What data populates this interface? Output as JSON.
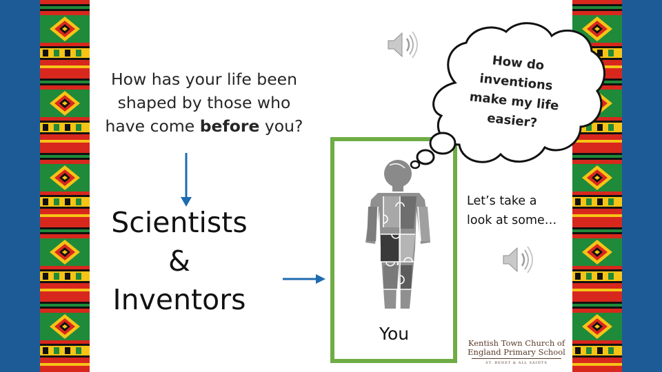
{
  "question": {
    "line1": "How has your life been",
    "line2": "shaped by those who",
    "line3_before": "have come ",
    "line3_bold": "before",
    "line3_after": " you?"
  },
  "scientists": {
    "line1": "Scientists",
    "line2": "&",
    "line3": "Inventors"
  },
  "thought_bubble": {
    "line1": "How do",
    "line2": "inventions",
    "line3": "make my life",
    "line4": "easier?"
  },
  "prompt": {
    "line1": "Let’s take a",
    "line2": "look at some…"
  },
  "you_label": "You",
  "school_logo": {
    "line1": "Kentish Town Church of",
    "line2": "England Primary School",
    "line3": "ST. BENET & ALL SAINTS"
  },
  "icons": [
    "speaker-icon",
    "speaker-icon",
    "puzzle-person-icon",
    "down-arrow-icon",
    "right-arrow-icon"
  ],
  "colors": {
    "side_blue": "#1d5b96",
    "arrow_blue": "#1f6bb0",
    "frame_green": "#6fac46",
    "kente_red": "#d8281e",
    "kente_orange": "#f08a14",
    "kente_yellow": "#f6c416",
    "kente_green": "#1f8a3a",
    "kente_black": "#111111"
  }
}
